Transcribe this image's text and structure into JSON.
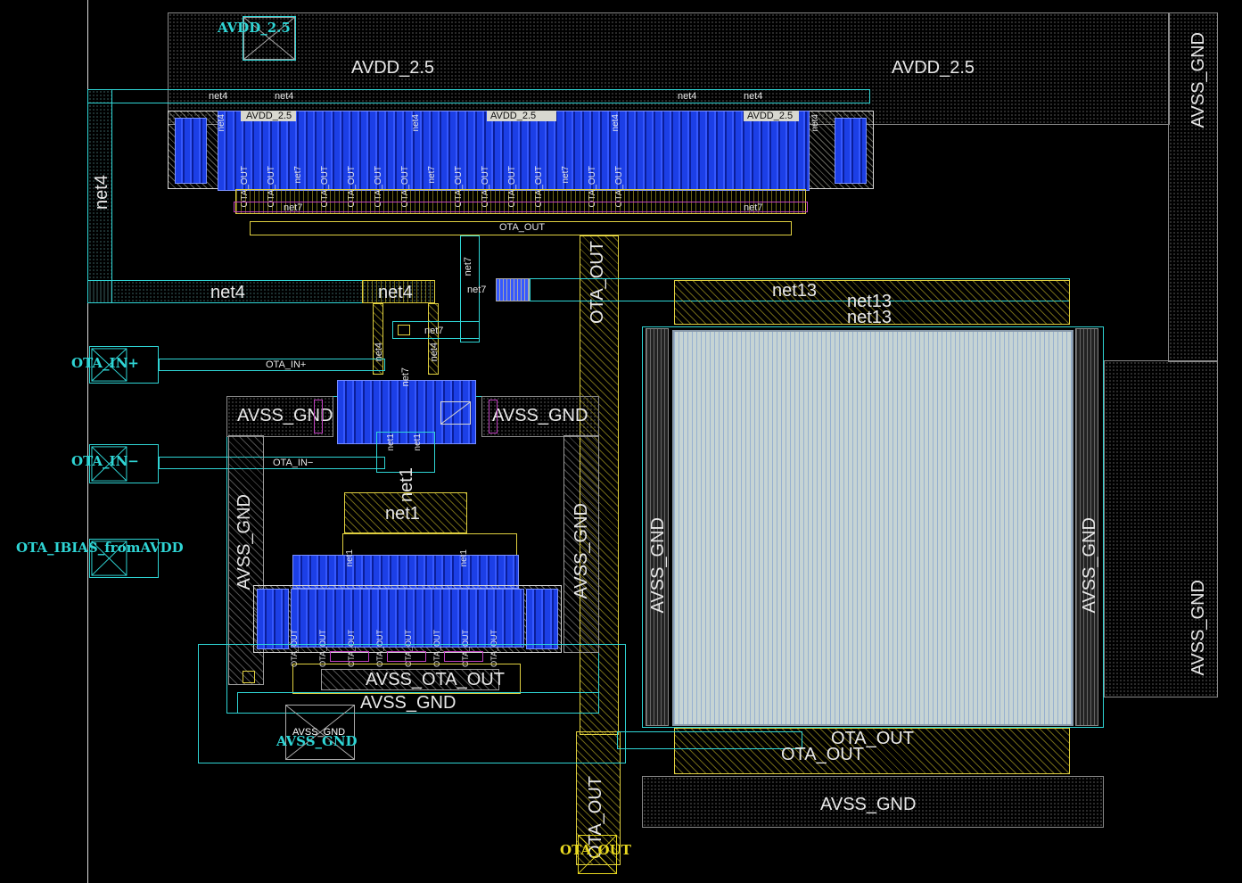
{
  "colors": {
    "background": "#000000",
    "metal1": "#8a8a8a",
    "metal2": "#2fd5d5",
    "poly": "#e0d040",
    "diffusion": "#1c3fe6",
    "pin_label": "#2fd5d5",
    "output_pin_label": "#e8d820"
  },
  "pins": {
    "avdd": "AVDD_2.5",
    "in_plus": "OTA_IN+",
    "in_minus": "OTA_IN−",
    "ibias": "OTA_IBIAS_fromAVDD",
    "gnd": "AVSS_GND",
    "gnd_box": "AVSS_GND",
    "out": "OTA_OUT"
  },
  "nets": {
    "avdd_left": "AVDD_2.5",
    "avdd_right": "AVDD_2.5",
    "avdd_small_1": "AVDD_2.5",
    "avdd_small_2": "AVDD_2.5",
    "avdd_small_3": "AVDD_2.5",
    "avss_top_right": "AVSS_GND",
    "avss_right_low": "AVSS_GND",
    "net4_vertical": "net4",
    "net4_top_1": "net4",
    "net4_top_2": "net4",
    "net4_top_3": "net4",
    "net4_top_4": "net4",
    "net4_mid": "net4",
    "net4_mid2": "net4",
    "net7_a": "net7",
    "net7_b": "net7",
    "net7_c": "net7",
    "net13_a": "net13",
    "net13_b": "net13",
    "net13_c": "net13",
    "ota_out_bus": "OTA_OUT",
    "ota_out_vertical_top": "OTA_OUT",
    "ota_out_vertical_bot": "OTA_OUT",
    "ota_out_cap_1": "OTA_OUT",
    "ota_out_cap_2": "OTA_OUT",
    "ota_in_plus_wire": "OTA_IN+",
    "ota_in_minus_wire": "OTA_IN−",
    "avss_left_mid": "AVSS_GND",
    "avss_right_mid": "AVSS_GND",
    "avss_vertical_left": "AVSS_GND",
    "avss_vertical_mid": "AVSS_GND",
    "avss_bottom": "AVSS_GND",
    "avss_ota_out": "AVSS_OTA_OUT",
    "avss_cap_bottom": "AVSS_GND",
    "avss_cap_left": "AVSS_GND",
    "avss_cap_right": "AVSS_GND",
    "net1_center": "net1",
    "net1_small": "net1",
    "net1_small_2": "net1",
    "net1_small_3": "net1",
    "net1_small_4": "net1",
    "net4_small_v1": "net4",
    "net4_small_v2": "net4",
    "net7_small_v": "net7",
    "otaout_small": "OTA_OUT",
    "net7_small": "net7"
  },
  "pmos_fingers": [
    "OTA_OUT",
    "OTA_OUT",
    "net7",
    "OTA_OUT",
    "OTA_OUT",
    "OTA_OUT",
    "OTA_OUT",
    "net7",
    "OTA_OUT",
    "OTA_OUT",
    "OTA_OUT",
    "OTA_OUT",
    "net7",
    "OTA_OUT",
    "OTA_OUT"
  ],
  "nmos_fingers": [
    "OTA_OUT",
    "OTA_OUT",
    "OTA_OUT",
    "OTA_OUT",
    "OTA_OUT",
    "OTA_OUT",
    "OTA_OUT",
    "OTA_OUT"
  ]
}
